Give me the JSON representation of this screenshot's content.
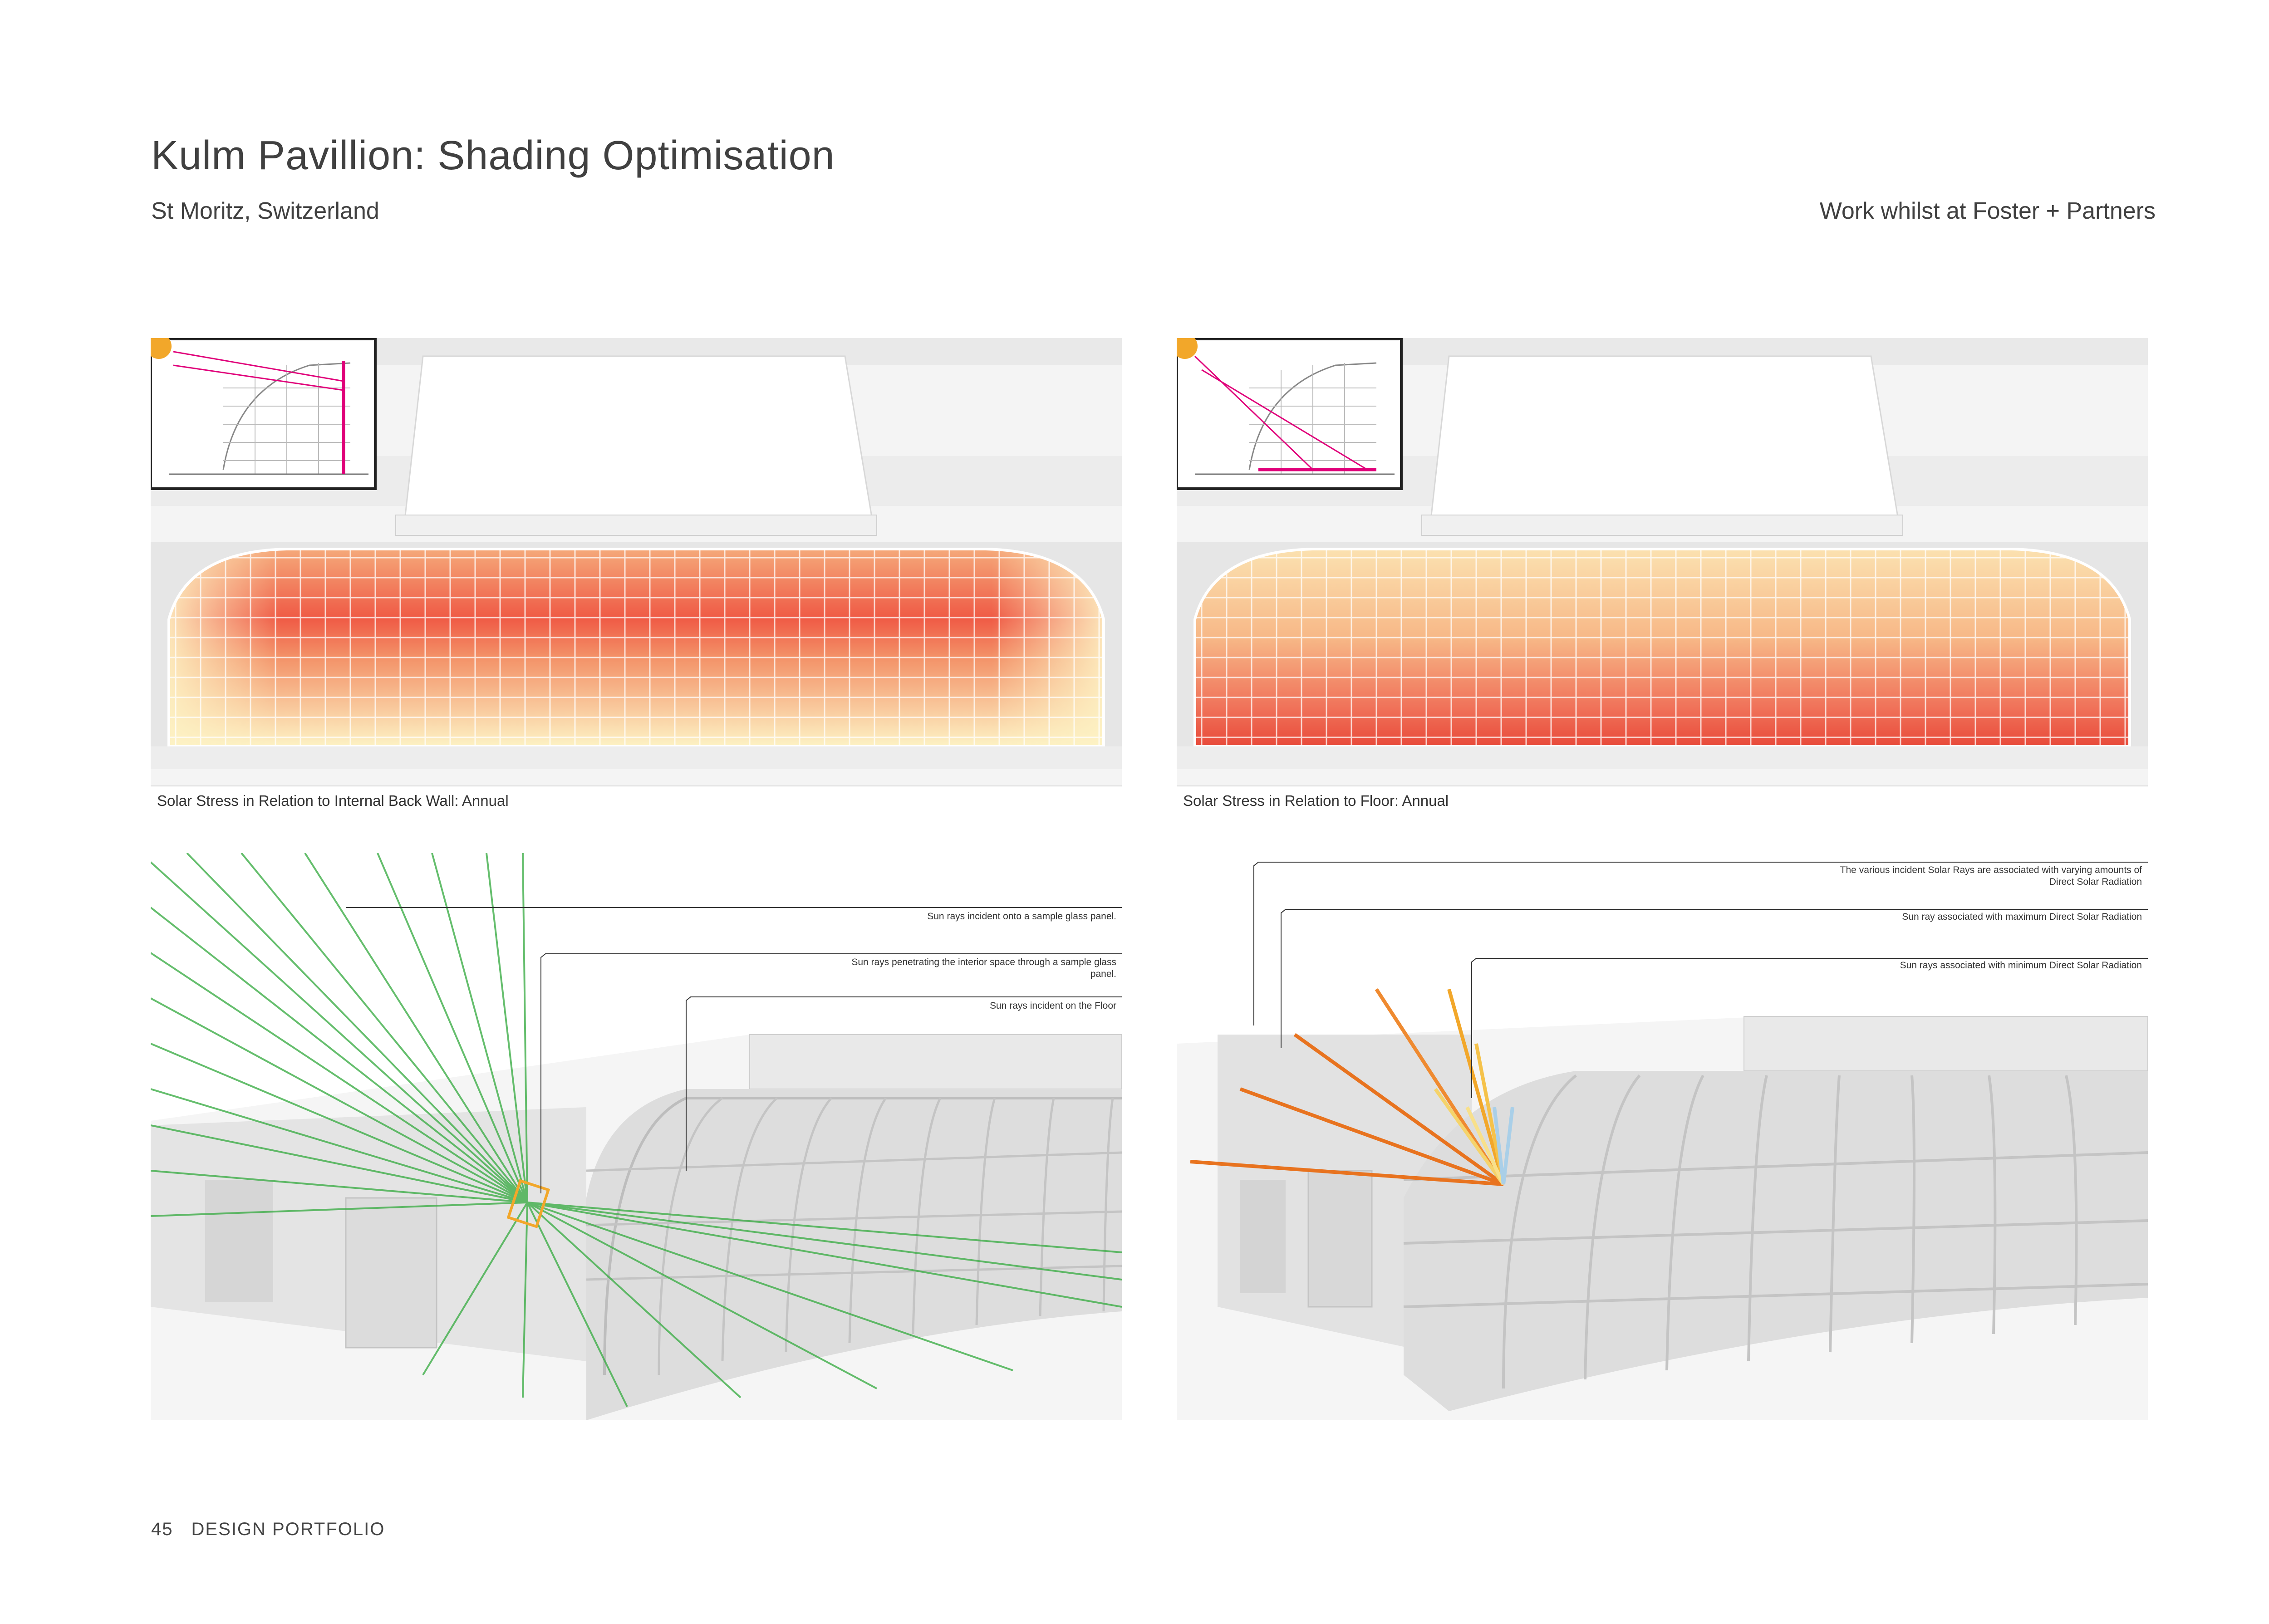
{
  "header": {
    "title": "Kulm Pavillion: Shading Optimisation",
    "location": "St Moritz, Switzerland",
    "credit": "Work whilst at Foster + Partners"
  },
  "panels": {
    "top_left": {
      "caption": "Solar Stress in Relation to Internal Back Wall: Annual"
    },
    "top_right": {
      "caption": "Solar Stress in Relation to Floor: Annual"
    },
    "bottom_left": {
      "annotations": [
        "Sun rays incident onto a sample glass panel.",
        "Sun rays penetrating the interior space through a sample glass panel.",
        "Sun rays incident on the Floor"
      ]
    },
    "bottom_right": {
      "annotations": [
        "The various incident Solar Rays are associated with varying amounts of  Direct Solar Radiation",
        "Sun ray associated with maximum Direct Solar Radiation",
        "Sun rays associated with minimum Direct Solar Radiation"
      ]
    }
  },
  "colors": {
    "stress_high": "#e8322a",
    "stress_mid": "#f5a06a",
    "stress_low": "#fbe8b0",
    "ray_green": "#3fae49",
    "ray_orange": "#e8731f",
    "ray_yellow": "#f5d36b",
    "ray_blue": "#a9cfe8",
    "marker_magenta": "#e0007a",
    "sun_orange": "#f2a72a"
  },
  "footer": {
    "page_number": "45",
    "label": "DESIGN PORTFOLIO"
  }
}
